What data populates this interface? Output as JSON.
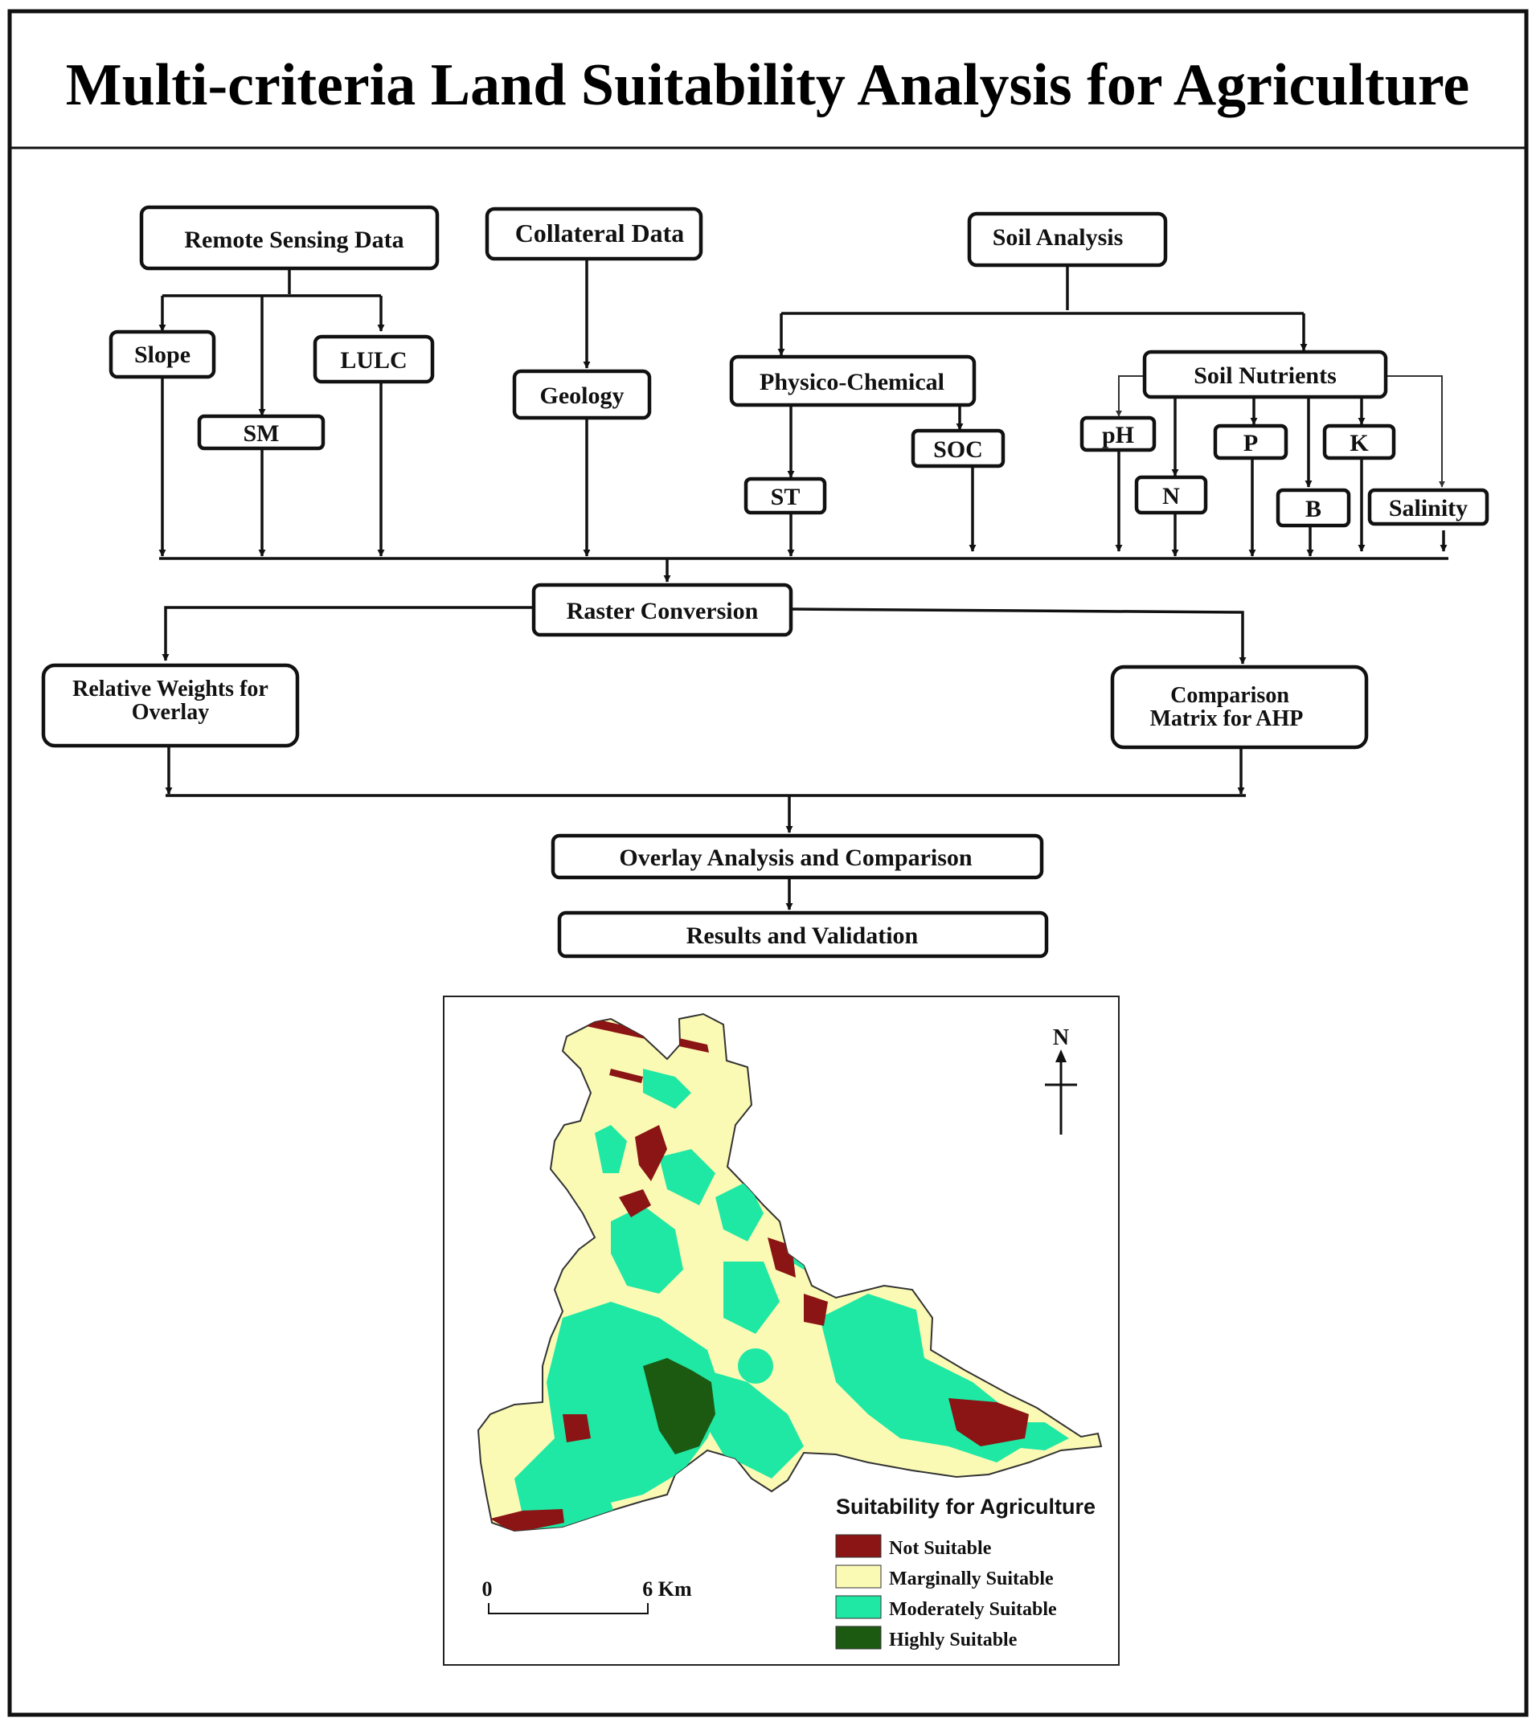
{
  "title": "Multi-criteria Land Suitability Analysis for Agriculture",
  "flowchart": {
    "remote_sensing": "Remote Sensing Data",
    "collateral": "Collateral Data",
    "soil_analysis": "Soil Analysis",
    "slope": "Slope",
    "sm": "SM",
    "lulc": "LULC",
    "geology": "Geology",
    "physico_chemical": "Physico-Chemical",
    "soil_nutrients": "Soil Nutrients",
    "st": "ST",
    "soc": "SOC",
    "ph": "pH",
    "n": "N",
    "p": "P",
    "b": "B",
    "k": "K",
    "salinity": "Salinity",
    "raster_conversion": "Raster Conversion",
    "relative_weights_line1": "Relative Weights for",
    "relative_weights_line2": "Overlay",
    "comparison_line1": "Comparison",
    "comparison_line2": "Matrix for AHP",
    "overlay_analysis": "Overlay Analysis and Comparison",
    "results": "Results and Validation"
  },
  "map": {
    "north_label": "N",
    "scale_start": "0",
    "scale_end": "6 Km",
    "legend_title": "Suitability for Agriculture",
    "legend": [
      {
        "label": "Not Suitable",
        "color": "#8b1414"
      },
      {
        "label": "Marginally Suitable",
        "color": "#fbfab4"
      },
      {
        "label": "Moderately Suitable",
        "color": "#1fe8a4"
      },
      {
        "label": "Highly Suitable",
        "color": "#1c5a12"
      }
    ]
  }
}
